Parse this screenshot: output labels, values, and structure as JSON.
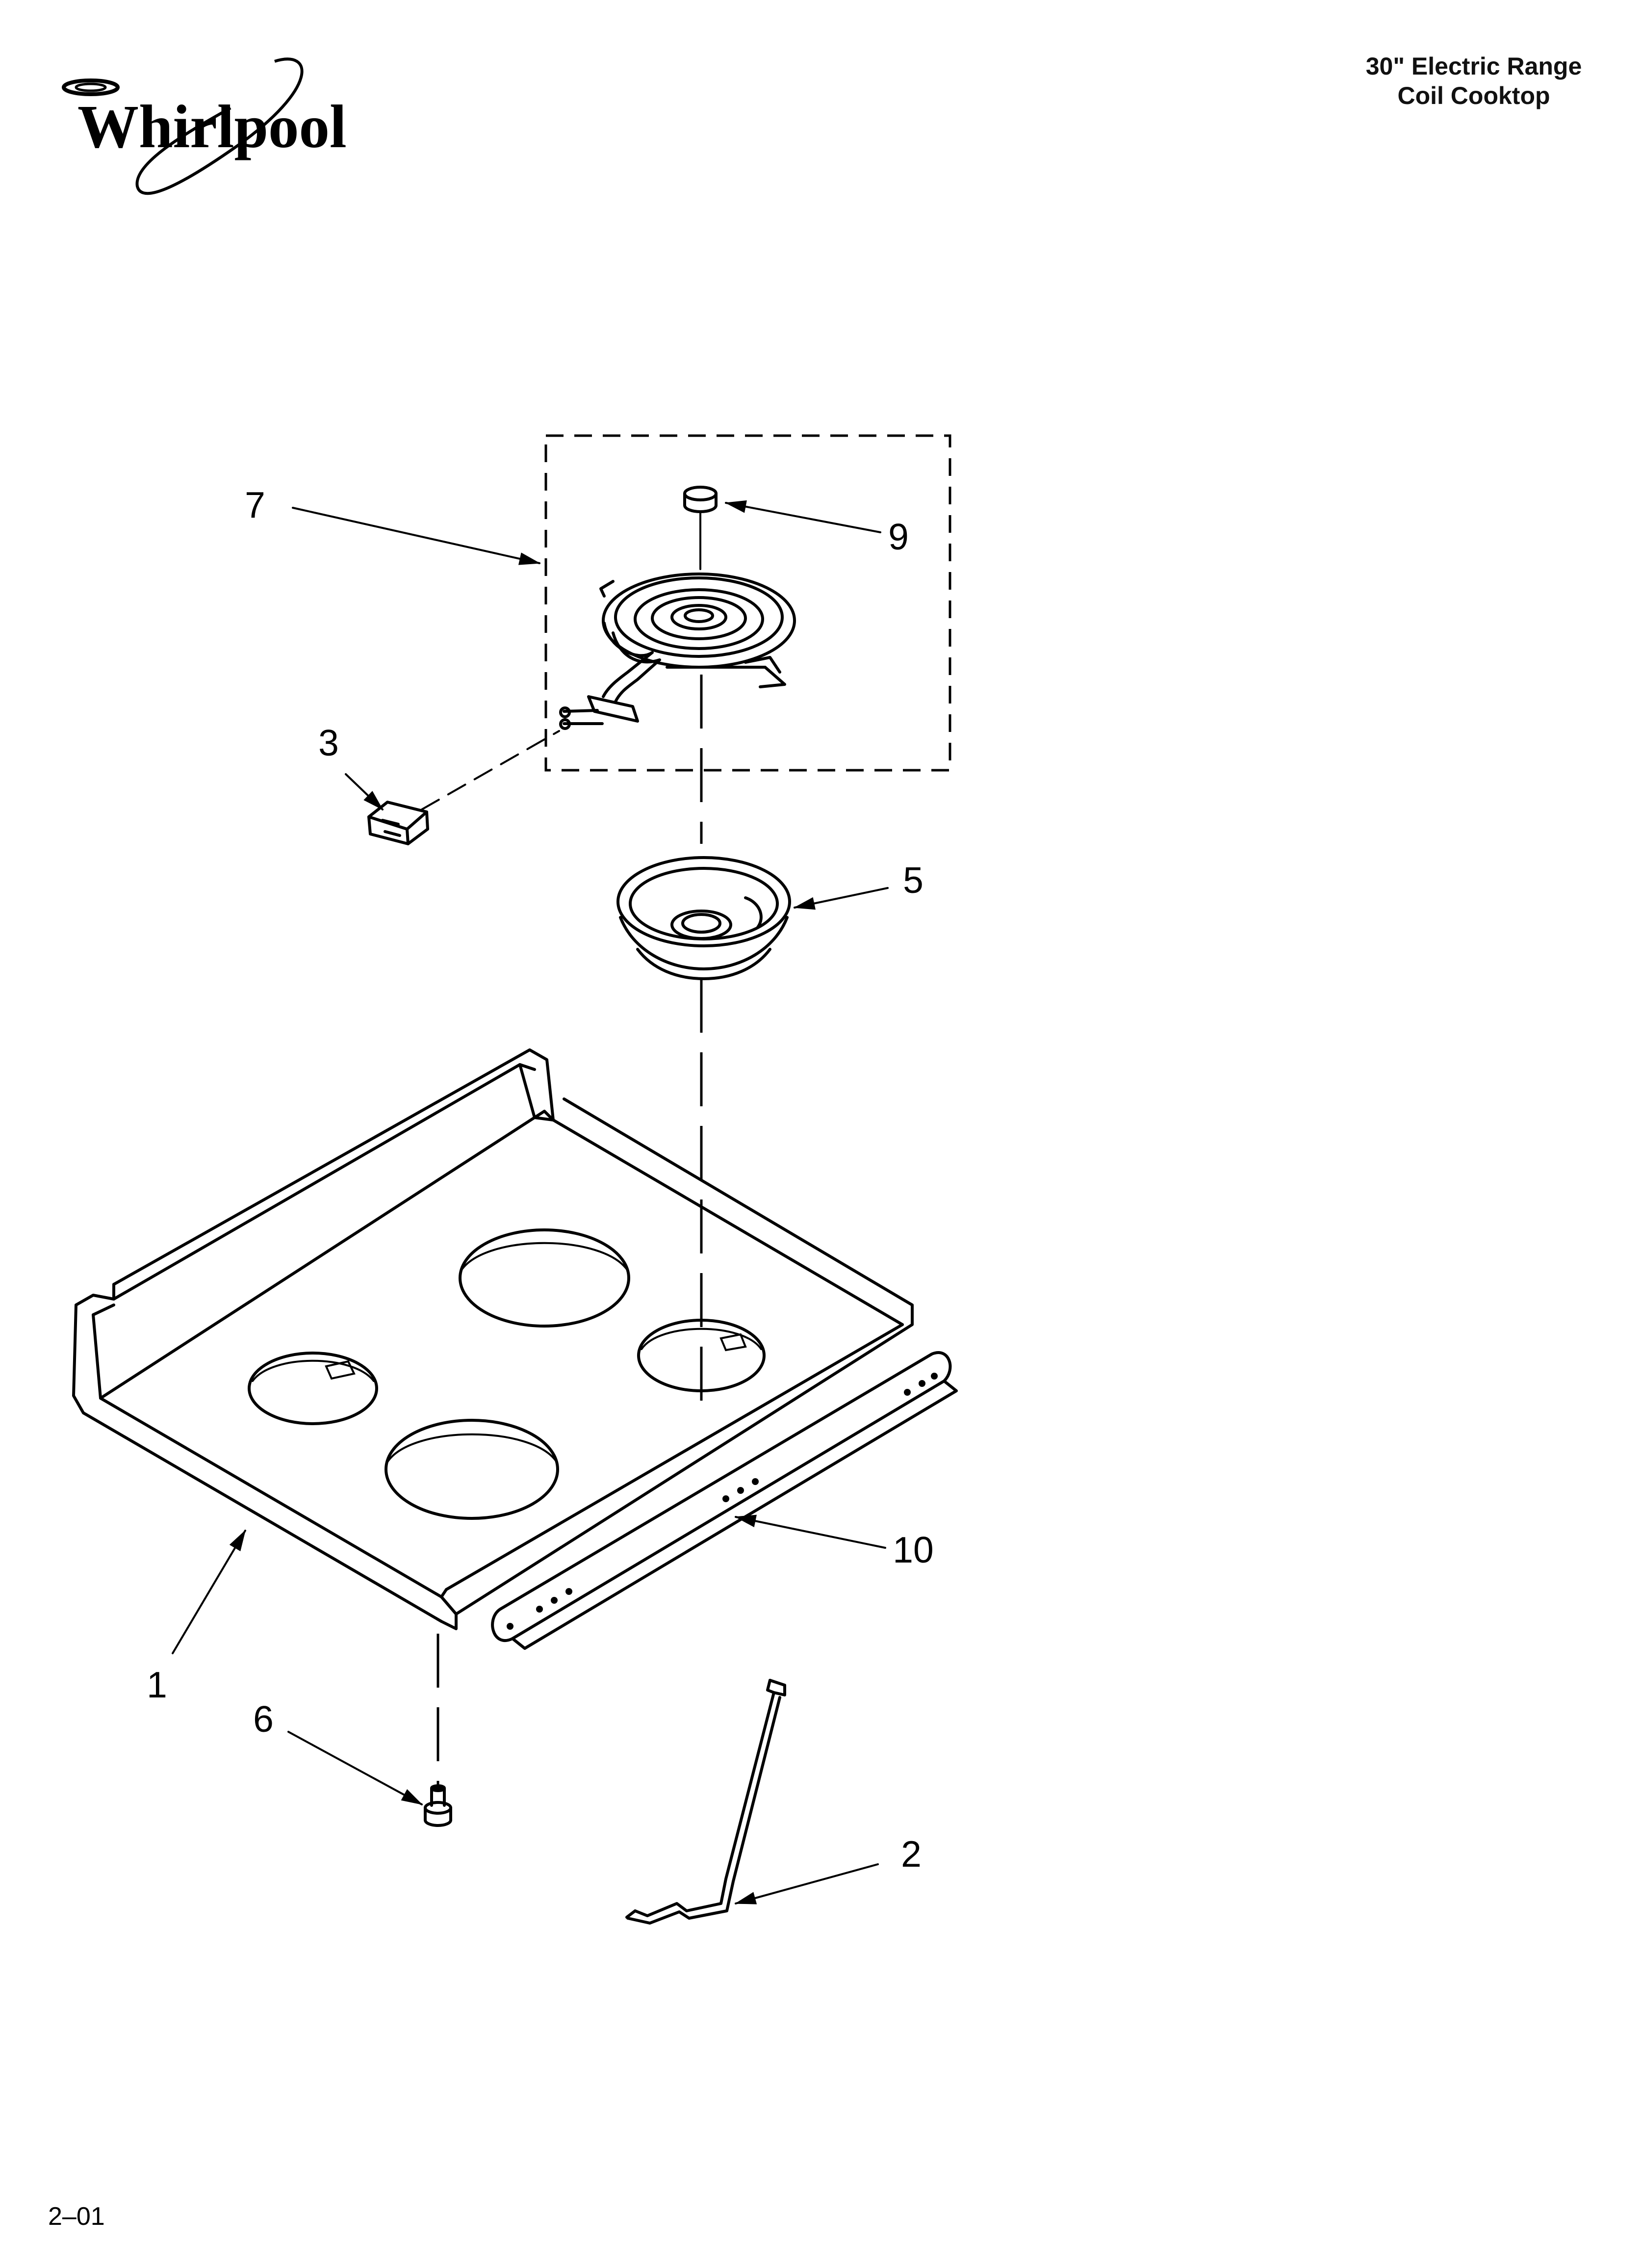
{
  "header": {
    "brand": "Whirlpool",
    "title_line1": "30\" Electric Range",
    "title_line2": "Coil Cooktop"
  },
  "callouts": {
    "c1": "1",
    "c2": "2",
    "c3": "3",
    "c5": "5",
    "c6": "6",
    "c7": "7",
    "c9": "9",
    "c10": "10"
  },
  "footer": {
    "page_code": "2–01"
  }
}
